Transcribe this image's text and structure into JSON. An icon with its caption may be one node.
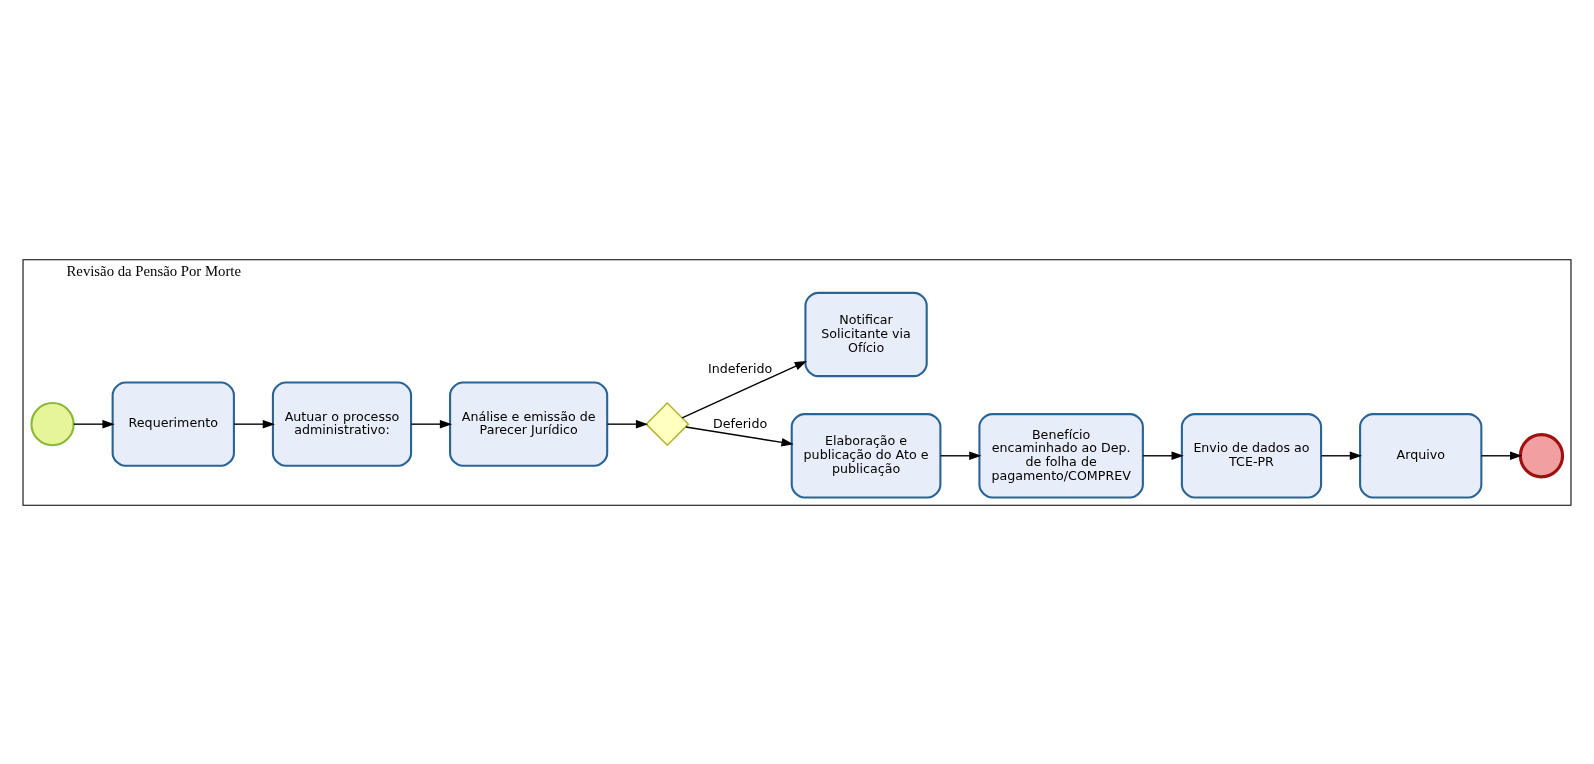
{
  "diagram": {
    "nodes": [
      {
        "text": [
          "Revisão da Pensão Por Morte"
        ]
      },
      {
        "text": [],
        "shape": "circle",
        "in": 0
      },
      {
        "text": [
          "Requerimento"
        ],
        "in": 0
      },
      {
        "text": [
          "Autuar o processo administrativo:"
        ],
        "in": 0
      },
      {
        "text": [
          "Elaboração e publicação do Ato e publicação"
        ],
        "in": 0
      },
      {
        "text": [
          "Benefício encaminhado ao Dep. de folha de pagamento/COMPREV"
        ],
        "in": 0
      },
      {
        "text": [
          "Envio de dados ao TCE-PR"
        ],
        "in": 0
      },
      {
        "text": [
          "Análise e emissão de Parecer Jurídico"
        ],
        "in": 0
      },
      {
        "text": [],
        "shape": "diamond",
        "in": 0
      },
      {
        "text": [
          "Notificar Solicitante via Ofício"
        ],
        "in": 0
      },
      {
        "text": [
          "Arquivo"
        ],
        "in": 0
      },
      {
        "text": [],
        "shape": "circle",
        "in": 0
      }
    ],
    "edges": [
      {
        "from": 1,
        "to": 2,
        "arrow": "to"
      },
      {
        "from": 2,
        "to": 3,
        "arrow": "to"
      },
      {
        "from": 3,
        "to": 7,
        "arrow": "to"
      },
      {
        "from": 7,
        "to": 8,
        "arrow": "to"
      },
      {
        "from": 8,
        "to": 4,
        "arrow": "to",
        "label": "Deferido"
      },
      {
        "from": 8,
        "to": 9,
        "arrow": "to",
        "label": "Indeferido"
      },
      {
        "from": 4,
        "to": 5,
        "arrow": "to"
      },
      {
        "from": 5,
        "to": 6,
        "arrow": "to"
      },
      {
        "from": 6,
        "to": 10,
        "arrow": "to"
      },
      {
        "from": 10,
        "to": 11,
        "arrow": "to"
      }
    ]
  }
}
